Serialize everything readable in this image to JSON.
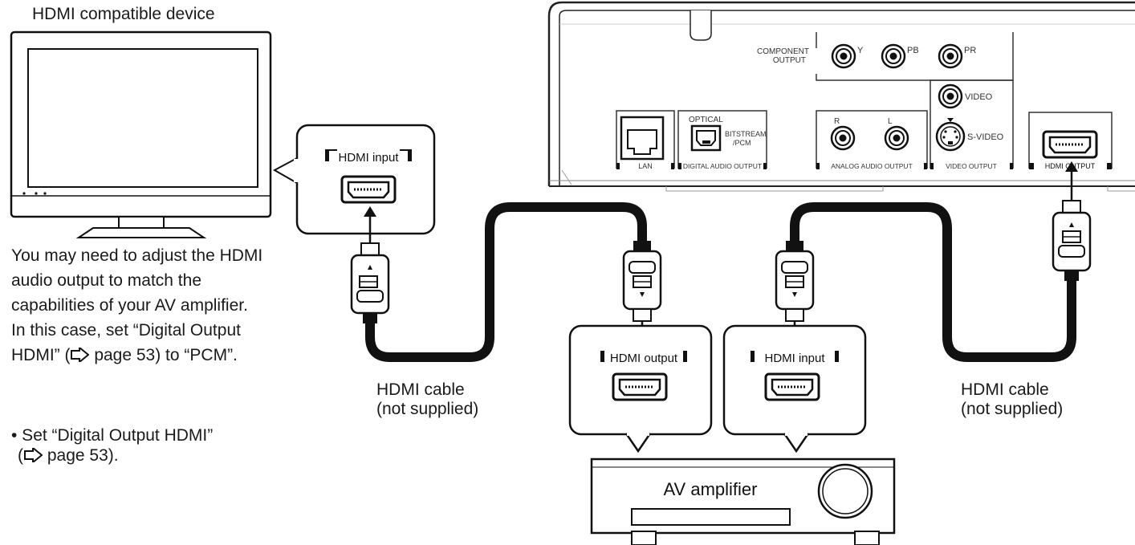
{
  "device_label": "HDMI compatible device",
  "tv_note": {
    "lines": [
      "You may need to adjust the HDMI",
      "audio output to match the",
      "capabilities of your AV amplifier.",
      "In this case, set “Digital Output"
    ],
    "last_line_before": "HDMI” (",
    "last_line_after": " page 53) to “PCM”."
  },
  "bullet_note": {
    "line1": "• Set “Digital Output HDMI”",
    "line2_before": "(",
    "line2_after": " page 53)."
  },
  "cable_left": {
    "line1": "HDMI cable",
    "line2": "(not supplied)"
  },
  "cable_right": {
    "line1": "HDMI cable",
    "line2": "(not supplied)"
  },
  "tv_port_label": "HDMI input",
  "amp_output_label": "HDMI output",
  "amp_input_label": "HDMI input",
  "amp_label": "AV amplifier",
  "player_panel": {
    "component_output": [
      "COMPONENT",
      "OUTPUT"
    ],
    "y": "Y",
    "pb": "PB",
    "pr": "PR",
    "video": "VIDEO",
    "s_video": "S-VIDEO",
    "optical": "OPTICAL",
    "bitstream": [
      "BITSTREAM",
      "/PCM"
    ],
    "r": "R",
    "l": "L",
    "lan": "LAN",
    "digital_audio_output": "DIGITAL AUDIO OUTPUT",
    "analog_audio_output": "ANALOG AUDIO OUTPUT",
    "video_output": "VIDEO OUTPUT",
    "hdmi_output": "HDMI OUTPUT"
  }
}
